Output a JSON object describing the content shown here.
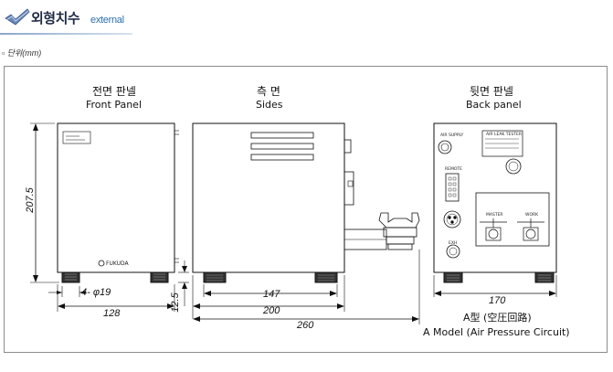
{
  "header": {
    "title_ko": "외형치수",
    "title_en": "external",
    "unit": "▫ 단위(mm)"
  },
  "views": {
    "front": {
      "title_ko": "전면 판넬",
      "title_en": "Front Panel",
      "brand": "FUKUDA"
    },
    "side": {
      "title_ko": "측 면",
      "title_en": "Sides"
    },
    "back": {
      "title_ko": "뒷면 판넬",
      "title_en": "Back panel"
    }
  },
  "back_panel_labels": {
    "air_supply": "AIR SUPPLY",
    "remote": "REMOTE",
    "exh": "EXH",
    "master": "MASTER",
    "work": "WORK",
    "plate_title": "AIR LEAK TESTER"
  },
  "dimensions": {
    "height": "207.5",
    "foot_holes": "4- φ19",
    "front_width": "128",
    "foot_height": "12.5",
    "side_depth_body": "147",
    "side_depth_total": "200",
    "side_depth_overall": "260",
    "back_width": "170"
  },
  "model": {
    "label_ko": "A型 (空圧回路)",
    "label_en": "A Model (Air Pressure Circuit)"
  }
}
